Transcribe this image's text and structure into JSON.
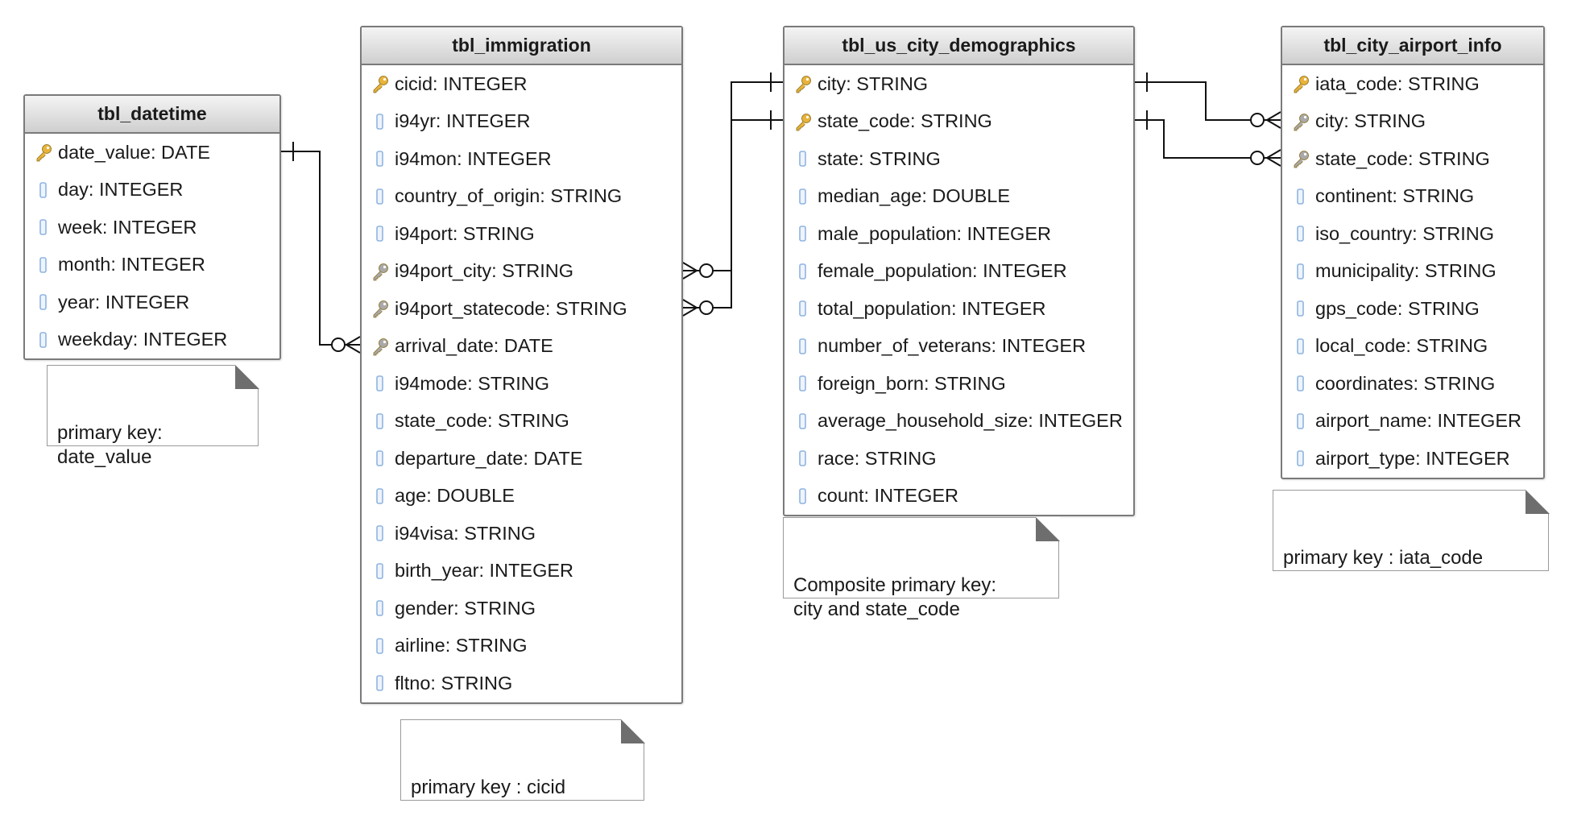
{
  "tables": [
    {
      "id": "datetime",
      "name": "tbl_datetime",
      "attributes": [
        {
          "text": "date_value: DATE",
          "key": "primary"
        },
        {
          "text": "day: INTEGER",
          "key": "none"
        },
        {
          "text": "week: INTEGER",
          "key": "none"
        },
        {
          "text": "month: INTEGER",
          "key": "none"
        },
        {
          "text": "year: INTEGER",
          "key": "none"
        },
        {
          "text": "weekday: INTEGER",
          "key": "none"
        }
      ]
    },
    {
      "id": "immigration",
      "name": "tbl_immigration",
      "attributes": [
        {
          "text": "cicid: INTEGER",
          "key": "primary"
        },
        {
          "text": "i94yr: INTEGER",
          "key": "none"
        },
        {
          "text": "i94mon: INTEGER",
          "key": "none"
        },
        {
          "text": "country_of_origin: STRING",
          "key": "none"
        },
        {
          "text": "i94port: STRING",
          "key": "none"
        },
        {
          "text": "i94port_city: STRING",
          "key": "foreign"
        },
        {
          "text": "i94port_statecode: STRING",
          "key": "foreign"
        },
        {
          "text": "arrival_date: DATE",
          "key": "foreign"
        },
        {
          "text": "i94mode: STRING",
          "key": "none"
        },
        {
          "text": "state_code: STRING",
          "key": "none"
        },
        {
          "text": "departure_date: DATE",
          "key": "none"
        },
        {
          "text": "age: DOUBLE",
          "key": "none"
        },
        {
          "text": "i94visa: STRING",
          "key": "none"
        },
        {
          "text": "birth_year: INTEGER",
          "key": "none"
        },
        {
          "text": "gender: STRING",
          "key": "none"
        },
        {
          "text": "airline: STRING",
          "key": "none"
        },
        {
          "text": "fltno: STRING",
          "key": "none"
        }
      ]
    },
    {
      "id": "demographics",
      "name": "tbl_us_city_demographics",
      "attributes": [
        {
          "text": "city: STRING",
          "key": "primary"
        },
        {
          "text": "state_code: STRING",
          "key": "primary"
        },
        {
          "text": "state: STRING",
          "key": "none"
        },
        {
          "text": "median_age: DOUBLE",
          "key": "none"
        },
        {
          "text": "male_population: INTEGER",
          "key": "none"
        },
        {
          "text": "female_population: INTEGER",
          "key": "none"
        },
        {
          "text": "total_population: INTEGER",
          "key": "none"
        },
        {
          "text": "number_of_veterans: INTEGER",
          "key": "none"
        },
        {
          "text": "foreign_born: STRING",
          "key": "none"
        },
        {
          "text": "average_household_size: INTEGER",
          "key": "none"
        },
        {
          "text": "race: STRING",
          "key": "none"
        },
        {
          "text": "count: INTEGER",
          "key": "none"
        }
      ]
    },
    {
      "id": "airport",
      "name": "tbl_city_airport_info",
      "attributes": [
        {
          "text": "iata_code: STRING",
          "key": "primary"
        },
        {
          "text": "city: STRING",
          "key": "foreign"
        },
        {
          "text": "state_code: STRING",
          "key": "foreign"
        },
        {
          "text": "continent: STRING",
          "key": "none"
        },
        {
          "text": "iso_country: STRING",
          "key": "none"
        },
        {
          "text": "municipality: STRING",
          "key": "none"
        },
        {
          "text": "gps_code: STRING",
          "key": "none"
        },
        {
          "text": "local_code: STRING",
          "key": "none"
        },
        {
          "text": "coordinates: STRING",
          "key": "none"
        },
        {
          "text": "airport_name: INTEGER",
          "key": "none"
        },
        {
          "text": "airport_type: INTEGER",
          "key": "none"
        }
      ]
    }
  ],
  "notes": [
    {
      "id": "datetime",
      "text": "primary key:\ndate_value"
    },
    {
      "id": "immigration",
      "text": "primary key : cicid"
    },
    {
      "id": "demographics",
      "text": "Composite primary key:\ncity and state_code"
    },
    {
      "id": "airport",
      "text": "primary key : iata_code"
    }
  ],
  "relationships": [
    {
      "from": "tbl_datetime.date_value",
      "to": "tbl_immigration.arrival_date",
      "from_card": "one",
      "to_card": "zero-or-many"
    },
    {
      "from": "tbl_us_city_demographics.city",
      "to": "tbl_immigration.i94port_city",
      "from_card": "one",
      "to_card": "zero-or-many"
    },
    {
      "from": "tbl_us_city_demographics.state_code",
      "to": "tbl_immigration.i94port_statecode",
      "from_card": "one",
      "to_card": "zero-or-many"
    },
    {
      "from": "tbl_us_city_demographics.city",
      "to": "tbl_city_airport_info.city",
      "from_card": "one",
      "to_card": "zero-or-many"
    },
    {
      "from": "tbl_us_city_demographics.state_code",
      "to": "tbl_city_airport_info.state_code",
      "from_card": "one",
      "to_card": "zero-or-many"
    }
  ],
  "colors": {
    "primary_key_icon": "#e8b33a",
    "foreign_key_icon": "#a9a9a9",
    "column_icon": "#8fb4e0",
    "header_gradient_top": "#f4f4f4",
    "header_gradient_bottom": "#cfcfcf",
    "border": "#7a7a7a"
  }
}
